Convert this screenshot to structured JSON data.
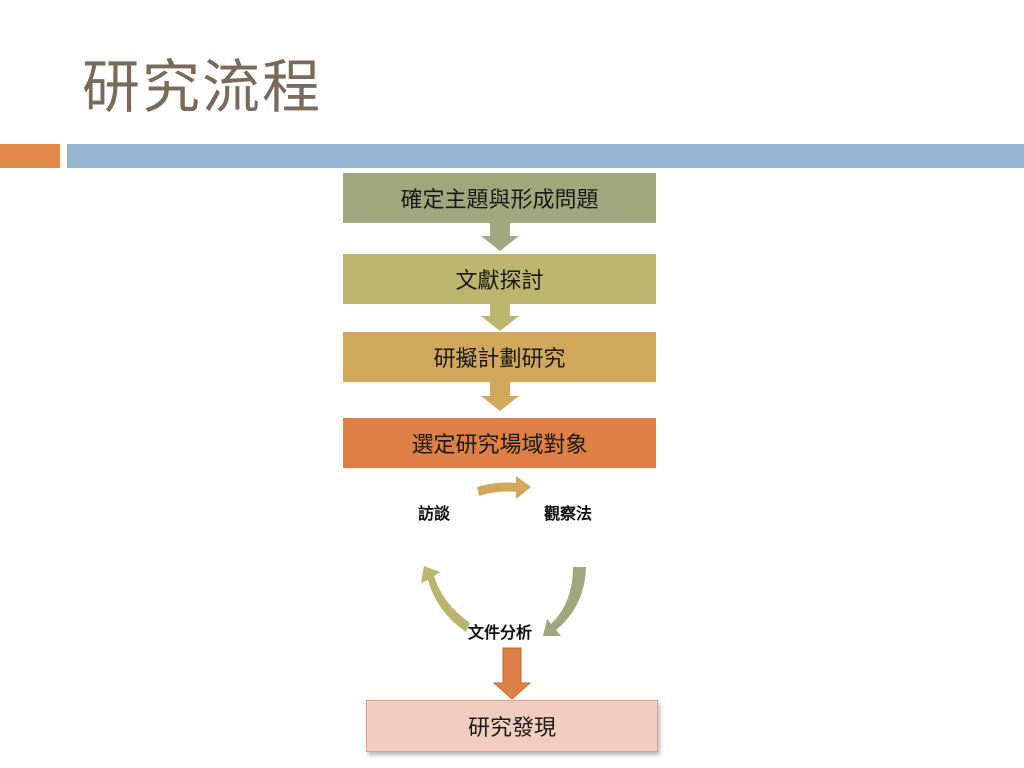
{
  "title": "研究流程",
  "colors": {
    "title": "#7a6a5a",
    "accent_orange": "#e08948",
    "accent_blue": "#94b6d2",
    "step1": "#a0a77c",
    "step2": "#bcb56e",
    "step3": "#d1a75b",
    "step4": "#de7f45",
    "result": "#f0cdbf"
  },
  "steps": [
    {
      "label": "確定主題與形成問題"
    },
    {
      "label": "文獻探討"
    },
    {
      "label": "研擬計劃研究"
    },
    {
      "label": "選定研究場域對象"
    }
  ],
  "cycle": {
    "items": [
      "訪談",
      "觀察法",
      "文件分析"
    ]
  },
  "result": {
    "label": "研究發現"
  }
}
